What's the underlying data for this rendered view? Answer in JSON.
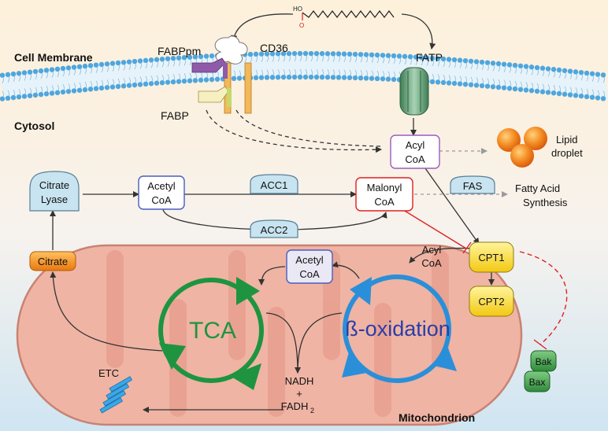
{
  "regions": {
    "cell_membrane": "Cell Membrane",
    "cytosol": "Cytosol",
    "mitochondrion": "Mitochondrion"
  },
  "transporters": {
    "fabppm": "FABPpm",
    "cd36": "CD36",
    "fabp": "FABP",
    "fatp": "FATP"
  },
  "fatty_acid": {
    "carbonyl_o": "O",
    "hydroxyl": "HO"
  },
  "metabolites": {
    "acyl_coa_line1": "Acyl",
    "acyl_coa_line2": "CoA",
    "acetyl_coa_line1": "Acetyl",
    "acetyl_coa_line2": "CoA",
    "malonyl_coa_line1": "Malonyl",
    "malonyl_coa_line2": "CoA",
    "mito_acyl_coa_line1": "Acyl",
    "mito_acyl_coa_line2": "CoA",
    "mito_acetyl_coa_line1": "Acetyl",
    "mito_acetyl_coa_line2": "CoA",
    "citrate": "Citrate",
    "nadh": "NADH",
    "plus": "+",
    "fadh2_main": "FADH",
    "fadh2_sub": "2"
  },
  "enzymes": {
    "citrate_lyase_line1": "Citrate",
    "citrate_lyase_line2": "Lyase",
    "acc1": "ACC1",
    "acc2": "ACC2",
    "fas": "FAS",
    "cpt1": "CPT1",
    "cpt2": "CPT2",
    "bak": "Bak",
    "bax": "Bax"
  },
  "outputs": {
    "lipid_droplet_line1": "Lipid",
    "lipid_droplet_line2": "droplet",
    "fatty_acid_synthesis_line1": "Fatty Acid",
    "fatty_acid_synthesis_line2": "Synthesis",
    "etc": "ETC"
  },
  "cycles": {
    "tca": "TCA",
    "beta_oxidation": "ß-oxidation"
  },
  "colors": {
    "tca_green": "#1e9440",
    "beta_blue": "#2a8fd8",
    "beta_text": "#2a3ea8",
    "inhibition_red": "#e02020",
    "mito_fill": "#efb4a4",
    "cpt_yellow": "#f8de2a",
    "citrate_orange": "#f08a1c",
    "bak_bax_green": "#3c9a46",
    "lipid_orange": "#f07818"
  }
}
